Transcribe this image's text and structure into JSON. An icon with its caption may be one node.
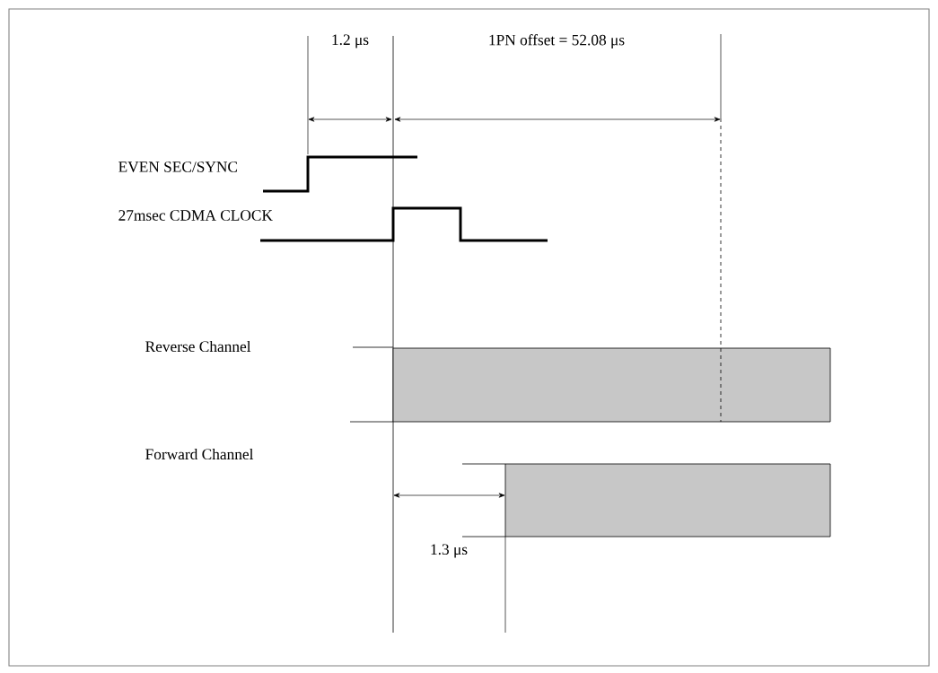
{
  "diagram": {
    "nodes": [
      {
        "text": [],
        "shape": "bar"
      },
      {
        "text": [],
        "shape": "bar"
      }
    ],
    "labels": [
      "1.2 μs",
      "1PN offset = 52.08 μs",
      "EVEN SEC/SYNC",
      "27msec CDMA CLOCK",
      "Reverse Channel",
      "Forward Channel",
      "1.3 μs"
    ]
  }
}
